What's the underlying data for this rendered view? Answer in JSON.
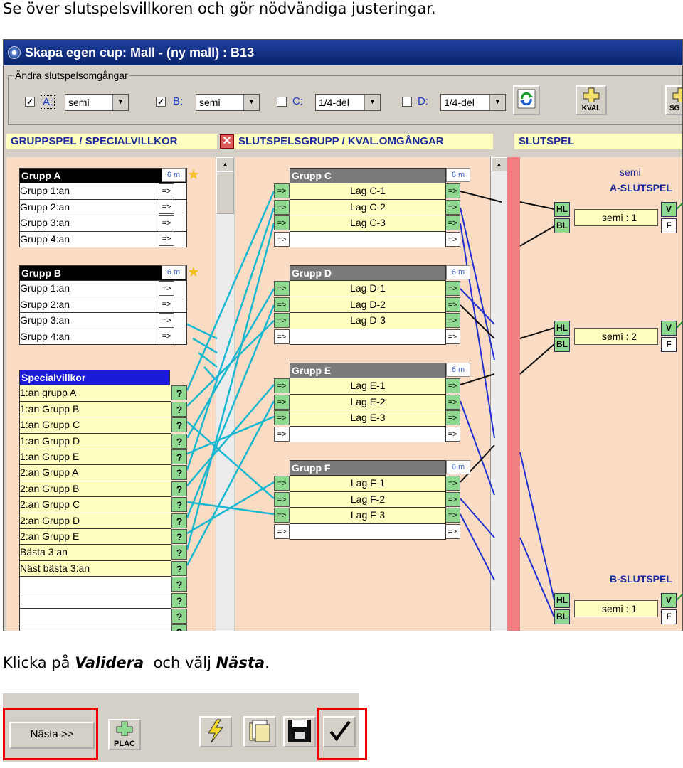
{
  "doc": {
    "heading": "Se över slutspelsvillkoren och gör nödvändiga justeringar.",
    "instruction_prefix": "Klicka på ",
    "instruction_bold1": "Validera",
    "instruction_mid": "och välj ",
    "instruction_bold2": "Nästa",
    "instruction_suffix": "."
  },
  "window": {
    "title": "Skapa egen cup: Mall - (ny mall) : B13",
    "group_label": "Ändra slutspelsomgångar",
    "rounds": [
      {
        "label": "A:",
        "checked": "✓",
        "value": "semi"
      },
      {
        "label": "B:",
        "checked": "✓",
        "value": "semi"
      },
      {
        "label": "C:",
        "checked": "",
        "value": "1/4-del"
      },
      {
        "label": "D:",
        "checked": "",
        "value": "1/4-del"
      }
    ],
    "kval_label": "KVAL",
    "sg_label": "SG"
  },
  "sections": {
    "gruppspel": "GRUPPSPEL / SPECIALVILLKOR",
    "slutspelsgrupp": "SLUTSPELSGRUPP / KVAL.OMGÅNGAR",
    "slutspel": "SLUTSPEL"
  },
  "left_groups": [
    {
      "name": "Grupp A",
      "time": "6 m",
      "rows": [
        "Grupp 1:an",
        "Grupp 2:an",
        "Grupp 3:an",
        "Grupp 4:an"
      ]
    },
    {
      "name": "Grupp B",
      "time": "6 m",
      "rows": [
        "Grupp 1:an",
        "Grupp 2:an",
        "Grupp 3:an",
        "Grupp 4:an"
      ]
    }
  ],
  "special": {
    "header": "Specialvillkor",
    "rows": [
      "1:an grupp A",
      "1:an Grupp B",
      "1:an Grupp C",
      "1:an Grupp D",
      "1:an Grupp E",
      "2:an Grupp A",
      "2:an Grupp B",
      "2:an Grupp C",
      "2:an Grupp D",
      "2:an Grupp E",
      "Bästa 3:an",
      "Näst bästa 3:an",
      "",
      "",
      "",
      ""
    ]
  },
  "mid_groups": [
    {
      "name": "Grupp C",
      "time": "6 m",
      "rows": [
        "Lag C-1",
        "Lag C-2",
        "Lag C-3",
        ""
      ]
    },
    {
      "name": "Grupp D",
      "time": "6 m",
      "rows": [
        "Lag D-1",
        "Lag D-2",
        "Lag D-3",
        ""
      ]
    },
    {
      "name": "Grupp E",
      "time": "6 m",
      "rows": [
        "Lag E-1",
        "Lag E-2",
        "Lag E-3",
        ""
      ]
    },
    {
      "name": "Grupp F",
      "time": "6 m",
      "rows": [
        "Lag F-1",
        "Lag F-2",
        "Lag F-3",
        ""
      ]
    }
  ],
  "arrow_text": "=>",
  "question": "?",
  "slutspel": {
    "top_semi": "semi",
    "a_head": "A-SLUTSPEL",
    "b_head": "B-SLUTSPEL",
    "matches": [
      {
        "label": "semi : 1",
        "hl": "HL",
        "bl": "BL",
        "v": "V",
        "f": "F"
      },
      {
        "label": "semi : 2",
        "hl": "HL",
        "bl": "BL",
        "v": "V",
        "f": "F"
      },
      {
        "label": "semi : 1",
        "hl": "HL",
        "bl": "BL",
        "v": "V",
        "f": "F"
      }
    ]
  },
  "toolbar": {
    "nasta": "Nästa >>",
    "plac": "PLAC"
  },
  "colors": {
    "panel_bg": "#fadbc3",
    "cyan_line": "#1ab8d0",
    "blue_line": "#1f2fd0",
    "highlight": "#e00000"
  }
}
